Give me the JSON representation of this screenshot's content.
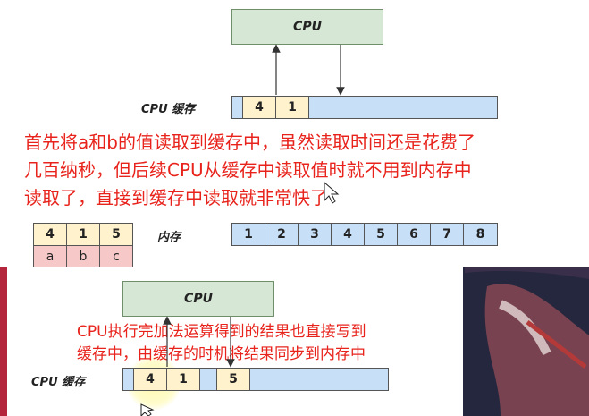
{
  "top": {
    "cpu_label": "CPU",
    "cache_label": "CPU 缓存",
    "cache_cells": [
      "4",
      "1"
    ],
    "explanation_lines": [
      "首先将a和b的值读取到缓存中，虽然读取时间还是花费了",
      "几百纳秒，但后续CPU从缓存中读取值时就不用到内存中",
      "读取了，直接到缓存中读取就非常快了"
    ],
    "memory_label": "内存",
    "memory_cells": [
      "1",
      "2",
      "3",
      "4",
      "5",
      "6",
      "7",
      "8"
    ],
    "values": [
      "4",
      "1",
      "5"
    ],
    "names": [
      "a",
      "b",
      "c"
    ]
  },
  "bottom": {
    "cpu_label": "CPU",
    "cache_label": "CPU 缓存",
    "cache_cells": [
      "4",
      "1",
      "",
      "5"
    ],
    "explanation_lines": [
      "CPU执行完加法运算得到的结果也直接写到",
      "缓存中，由缓存的时机将结果同步到内存中"
    ]
  },
  "colors": {
    "cpu_fill": "#d6e8d5",
    "cache_fill": "#fff2cc",
    "cache_empty_fill": "#c7dff7",
    "name_fill": "#f6c9c8",
    "annotation": "#e8231c"
  }
}
